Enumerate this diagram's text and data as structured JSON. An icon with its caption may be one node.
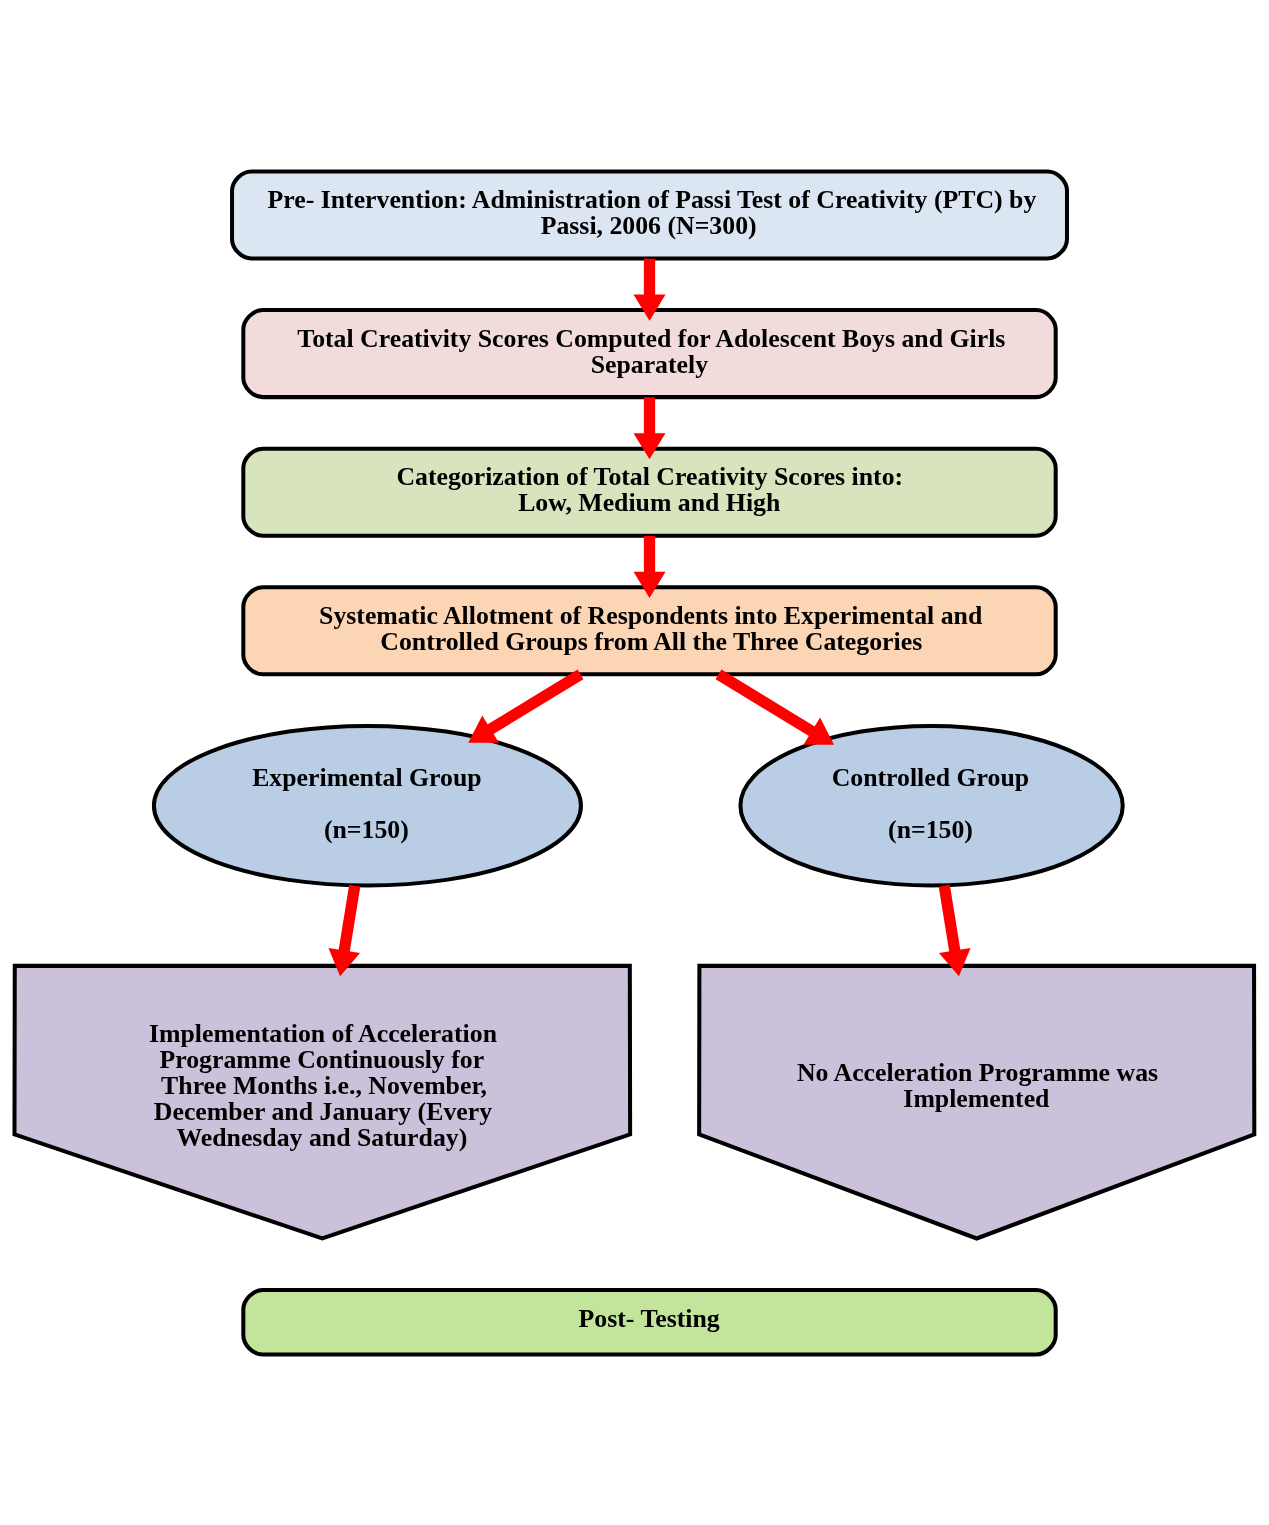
{
  "diagram": {
    "nodes": [
      {
        "text": [
          "Pre- Intervention: Administration of Passi Test of Creativity (PTC) by Passi, 2006 (N=300)"
        ]
      },
      {
        "text": [
          "Total Creativity Scores Computed for Adolescent Boys and Girls Separately"
        ]
      },
      {
        "text": [
          "Categorization of Total Creativity Scores into: Low, Medium and High"
        ]
      },
      {
        "text": [
          "Systematic Allotment of Respondents into Experimental and Controlled Groups from All the Three Categories"
        ]
      },
      {
        "text": [
          "Experimental Group",
          "(n=150)"
        ]
      },
      {
        "text": [
          "Controlled Group",
          "(n=150)"
        ]
      },
      {
        "text": [
          "Implementation of Acceleration Programme Continuously for Three Months i.e., November, December and January (Every Wednesday and Saturday)"
        ]
      },
      {
        "text": [
          "No Acceleration Programme was Implemented"
        ]
      },
      {
        "text": [
          "Post- Testing"
        ]
      }
    ],
    "edges": [
      {
        "from": 0,
        "to": 1,
        "arrow": "to"
      },
      {
        "from": 1,
        "to": 2,
        "arrow": "to"
      },
      {
        "from": 2,
        "to": 3,
        "arrow": "to"
      },
      {
        "from": 3,
        "to": 4,
        "arrow": "to"
      },
      {
        "from": 3,
        "to": 5,
        "arrow": "to"
      },
      {
        "from": 4,
        "to": 6,
        "arrow": "to"
      },
      {
        "from": 5,
        "to": 7,
        "arrow": "to"
      }
    ]
  }
}
